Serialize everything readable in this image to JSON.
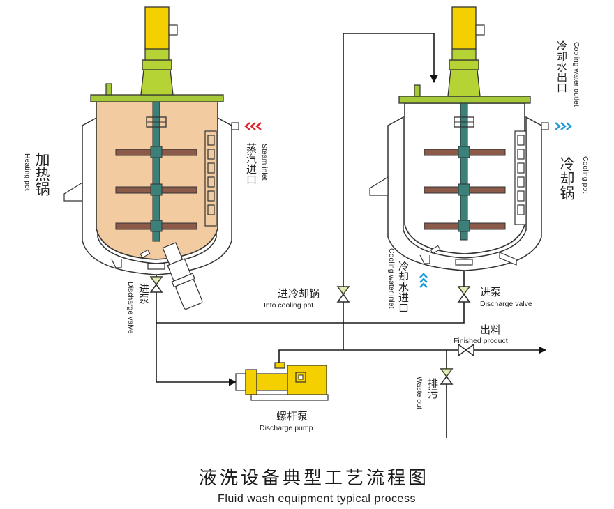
{
  "labels": {
    "heating_pot_cn": "加热锅",
    "heating_pot_en": "Heating pot",
    "steam_inlet_cn": "蒸汽进口",
    "steam_inlet_en": "Steam inlet",
    "cooling_water_outlet_cn": "冷却水出口",
    "cooling_water_outlet_en": "Cooling water outlet",
    "cooling_pot_cn": "冷却锅",
    "cooling_pot_en": "Cooling pot",
    "cooling_water_inlet_cn": "冷却水进口",
    "cooling_water_inlet_en": "Cooling water inlet",
    "discharge_valve_left_cn": "进泵",
    "discharge_valve_left_en": "Discharge valve",
    "into_cooling_pot_cn": "进冷却锅",
    "into_cooling_pot_en": "Into cooling pot",
    "discharge_valve_right_cn": "进泵",
    "discharge_valve_right_en": "Discharge valve",
    "finished_product_cn": "出料",
    "finished_product_en": "Finished product",
    "waste_out_cn": "排污",
    "waste_out_en": "Waste out",
    "discharge_pump_cn": "螺杆泵",
    "discharge_pump_en": "Discharge pump"
  },
  "title": {
    "cn": "液洗设备典型工艺流程图",
    "en": "Fluid wash equipment typical process"
  },
  "colors": {
    "motor_yellow": "#f5d000",
    "gearbox_green": "#b5d334",
    "flange_green": "#a6c93a",
    "heating_fill": "#f3cba0",
    "shaft_teal": "#3b8079",
    "blade_brown": "#8b5a48",
    "steam_arrow": "#d9232a",
    "cooling_arrow": "#1a9ad6",
    "outline": "#333333",
    "valve_fill": "#ffffff"
  }
}
